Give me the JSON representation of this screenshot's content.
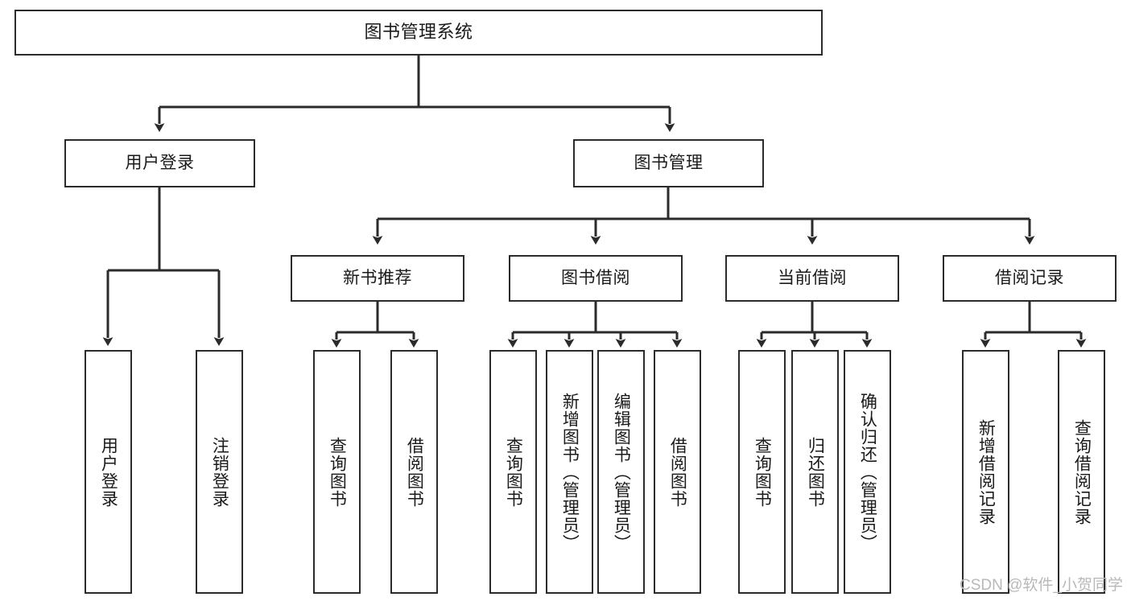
{
  "diagram": {
    "type": "tree-hierarchy",
    "title": "图书管理系统",
    "watermark": "CSDN @软件_小贺同学",
    "colors": {
      "stroke": "#2b2b2b",
      "fill": "#ffffff",
      "text": "#1a1a1a",
      "watermark": "#b8b8b8"
    },
    "nodes": {
      "root": {
        "label": "图书管理系统"
      },
      "level2": [
        {
          "id": "user-login",
          "label": "用户登录"
        },
        {
          "id": "book-manage",
          "label": "图书管理"
        }
      ],
      "level3": [
        {
          "id": "new-book-rec",
          "label": "新书推荐"
        },
        {
          "id": "book-borrow",
          "label": "图书借阅"
        },
        {
          "id": "current-borrow",
          "label": "当前借阅"
        },
        {
          "id": "borrow-record",
          "label": "借阅记录"
        }
      ],
      "leaves": {
        "user_login": [
          {
            "id": "leaf-user-login",
            "label": "用户登录"
          },
          {
            "id": "leaf-logout",
            "label": "注销登录"
          }
        ],
        "new_book_rec": [
          {
            "id": "leaf-query-book-1",
            "label": "查询图书"
          },
          {
            "id": "leaf-borrow-book-1",
            "label": "借阅图书"
          }
        ],
        "book_borrow": [
          {
            "id": "leaf-query-book-2",
            "label": "查询图书"
          },
          {
            "id": "leaf-add-book",
            "label": "新增图书（管理员）"
          },
          {
            "id": "leaf-edit-book",
            "label": "编辑图书（管理员）"
          },
          {
            "id": "leaf-borrow-book-2",
            "label": "借阅图书"
          }
        ],
        "current_borrow": [
          {
            "id": "leaf-query-book-3",
            "label": "查询图书"
          },
          {
            "id": "leaf-return-book",
            "label": "归还图书"
          },
          {
            "id": "leaf-confirm-return",
            "label": "确认归还（管理员）"
          }
        ],
        "borrow_record": [
          {
            "id": "leaf-add-record",
            "label": "新增借阅记录"
          },
          {
            "id": "leaf-query-record",
            "label": "查询借阅记录"
          }
        ]
      }
    }
  }
}
